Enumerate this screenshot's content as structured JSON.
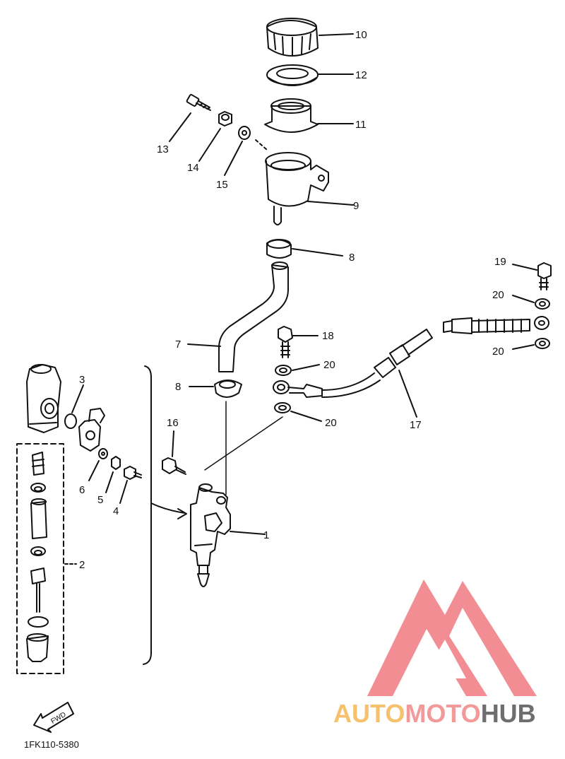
{
  "diagram": {
    "part_labels": {
      "p1": "1",
      "p2": "2",
      "p3": "3",
      "p4": "4",
      "p5": "5",
      "p6": "6",
      "p7": "7",
      "p8a": "8",
      "p8b": "8",
      "p9": "9",
      "p10": "10",
      "p11": "11",
      "p12": "12",
      "p13": "13",
      "p14": "14",
      "p15": "15",
      "p16": "16",
      "p17": "17",
      "p18": "18",
      "p19": "19",
      "p20a": "20",
      "p20b": "20",
      "p20c": "20",
      "p20d": "20"
    },
    "fwd_label": "FWD",
    "diagram_code": "1FK110-5380"
  },
  "watermark": {
    "part1": "AUTO",
    "part2": "MOTO",
    "part3": "HUB",
    "colors": {
      "triangle": "#f07a80",
      "auto": "#f5c16c",
      "moto": "#f29a9a",
      "hub": "#6e6e6e"
    }
  }
}
